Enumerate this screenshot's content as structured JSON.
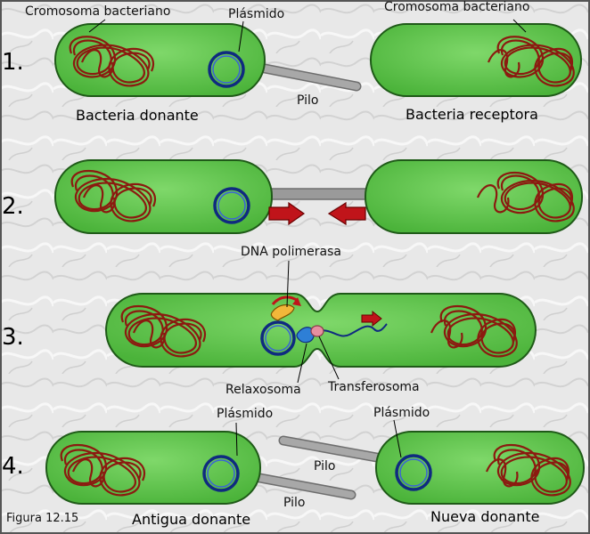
{
  "steps": [
    "1.",
    "2.",
    "3.",
    "4."
  ],
  "step1": {
    "donor_chromosome_label": "Cromosoma bacteriano",
    "plasmid_label": "Plásmido",
    "recipient_chromosome_label": "Cromosoma bacteriano",
    "pilus_label": "Pilo",
    "donor_label": "Bacteria donante",
    "recipient_label": "Bacteria receptora"
  },
  "step3": {
    "polymerase_label": "DNA polimerasa",
    "relaxosome_label": "Relaxosoma",
    "transferosome_label": "Transferosoma"
  },
  "step4": {
    "left_plasmid_label": "Plásmido",
    "right_plasmid_label": "Plásmido",
    "upper_pilus_label": "Pilo",
    "lower_pilus_label": "Pilo",
    "old_donor_label": "Antigua donante",
    "new_donor_label": "Nueva donante"
  },
  "figure_caption": "Figura 12.15",
  "colors": {
    "cell_fill": "#5ec44a",
    "cell_stroke": "#1f5a18",
    "chromosome": "#8b1a10",
    "plasmid": "#1d3fa8",
    "pilus": "#9a9a9a",
    "arrow": "#c0141a",
    "polymerase": "#f2b73a",
    "relaxosome": "#2e7fd6",
    "transferosome": "#e78fa0"
  }
}
